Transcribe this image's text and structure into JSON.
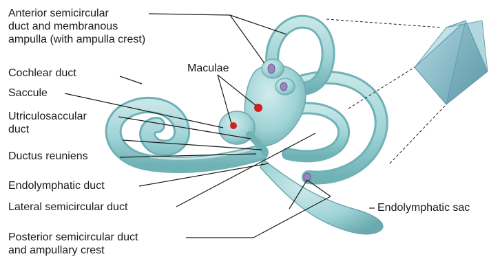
{
  "labels": {
    "anterior_duct": "Anterior semicircular\nduct and membranous\nampulla (with ampulla crest)",
    "maculae": "Maculae",
    "cochlear_duct": "Cochlear duct",
    "saccule": "Saccule",
    "utriculosaccular_duct": "Utriculosaccular\nduct",
    "ductus_reuniens": "Ductus reuniens",
    "endolymphatic_duct": "Endolymphatic duct",
    "lateral_duct": "Lateral semicircular duct",
    "posterior_duct": "Posterior semicircular duct\nand ampullary crest",
    "endolymphatic_sac": "Endolymphatic sac"
  },
  "colors": {
    "membrane": "#9fd3d6",
    "membrane_dark": "#6fb2b6",
    "macula": "#d21f1f",
    "ampulla_crest": "#9a86bf",
    "prism": "#8cc1ce",
    "line": "#1a1a1a"
  }
}
